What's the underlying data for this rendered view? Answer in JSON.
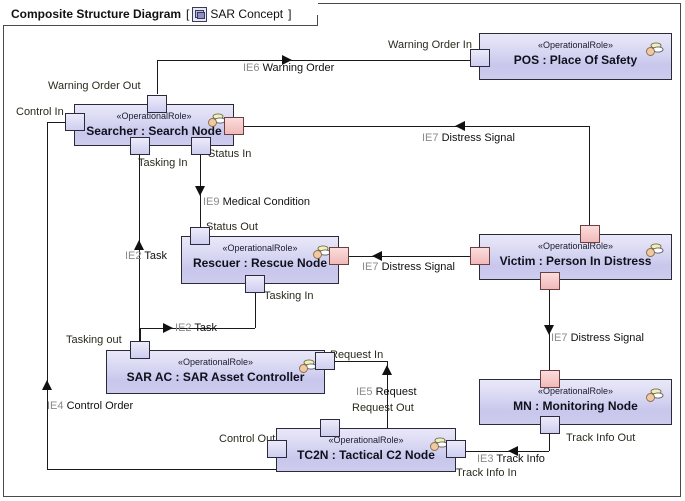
{
  "window": {
    "frame_title": "Composite Structure Diagram",
    "frame_bracket_open": "[",
    "frame_diagram_name": "SAR Concept",
    "frame_bracket_close": "]",
    "frame_icon": "composite-structure-diagram-icon"
  },
  "stereotype": "«OperationalRole»",
  "nodes": [
    {
      "id": "pos",
      "stereotype": "«OperationalRole»",
      "name": "POS : Place Of Safety",
      "icon": "operational-role-icon"
    },
    {
      "id": "searcher",
      "stereotype": "«OperationalRole»",
      "name": "Searcher : Search Node",
      "icon": "operational-role-icon"
    },
    {
      "id": "rescuer",
      "stereotype": "«OperationalRole»",
      "name": "Rescuer : Rescue Node",
      "icon": "operational-role-icon"
    },
    {
      "id": "victim",
      "stereotype": "«OperationalRole»",
      "name": "Victim : Person In Distress",
      "icon": "operational-role-icon"
    },
    {
      "id": "sarac",
      "stereotype": "«OperationalRole»",
      "name": "SAR AC : SAR Asset Controller",
      "icon": "operational-role-icon"
    },
    {
      "id": "mn",
      "stereotype": "«OperationalRole»",
      "name": "MN : Monitoring Node",
      "icon": "operational-role-icon"
    },
    {
      "id": "tc2n",
      "stereotype": "«OperationalRole»",
      "name": "TC2N : Tactical C2 Node",
      "icon": "operational-role-icon"
    }
  ],
  "ports": {
    "searcher_warning_order_out": "Warning Order Out",
    "searcher_control_in": "Control In",
    "searcher_tasking_in": "Tasking In",
    "searcher_status_in": "Status In",
    "pos_warning_order_in": "Warning Order In",
    "rescuer_status_out": "Status Out",
    "rescuer_tasking_in": "Tasking In",
    "sarac_tasking_out": "Tasking out",
    "sarac_request_in": "Request In",
    "tc2n_request_out": "Request Out",
    "tc2n_control_out": "Control Out",
    "tc2n_track_info_in": "Track Info In",
    "mn_track_info_out": "Track Info Out"
  },
  "connectors": [
    {
      "id": "ie6",
      "ie": "IE6",
      "label": "Warning Order",
      "full": "IE6 Warning Order"
    },
    {
      "id": "ie7a",
      "ie": "IE7",
      "label": "Distress Signal",
      "full": "IE7 Distress Signal"
    },
    {
      "id": "ie9",
      "ie": "IE9",
      "label": "Medical Condition",
      "full": "IE9 Medical Condition"
    },
    {
      "id": "ie7b",
      "ie": "IE7",
      "label": "Distress Signal",
      "full": "IE7 Distress Signal"
    },
    {
      "id": "ie7c",
      "ie": "IE7",
      "label": "Distress Signal",
      "full": "IE7 Distress Signal"
    },
    {
      "id": "ie2a",
      "ie": "IE2",
      "label": "Task",
      "full": "IE2 Task"
    },
    {
      "id": "ie2b",
      "ie": "IE2",
      "label": "Task",
      "full": "IE2 Task"
    },
    {
      "id": "ie4",
      "ie": "IE4",
      "label": "Control Order",
      "full": "IE4 Control Order"
    },
    {
      "id": "ie5",
      "ie": "IE5",
      "label": "Request",
      "full": "IE5 Request"
    },
    {
      "id": "ie3",
      "ie": "IE3",
      "label": "Track Info",
      "full": "IE3 Track Info"
    }
  ],
  "colors": {
    "node_fill_top": "#e9e8f8",
    "node_fill_bottom": "#c8c7ec",
    "node_border": "#2a2a3a",
    "port_fill": "#dedcf5",
    "port_red_fill": "#f5c6c6",
    "line": "#1a1a1a",
    "ie_prefix": "#8a8a8a",
    "label_text": "#2a2a1e"
  }
}
